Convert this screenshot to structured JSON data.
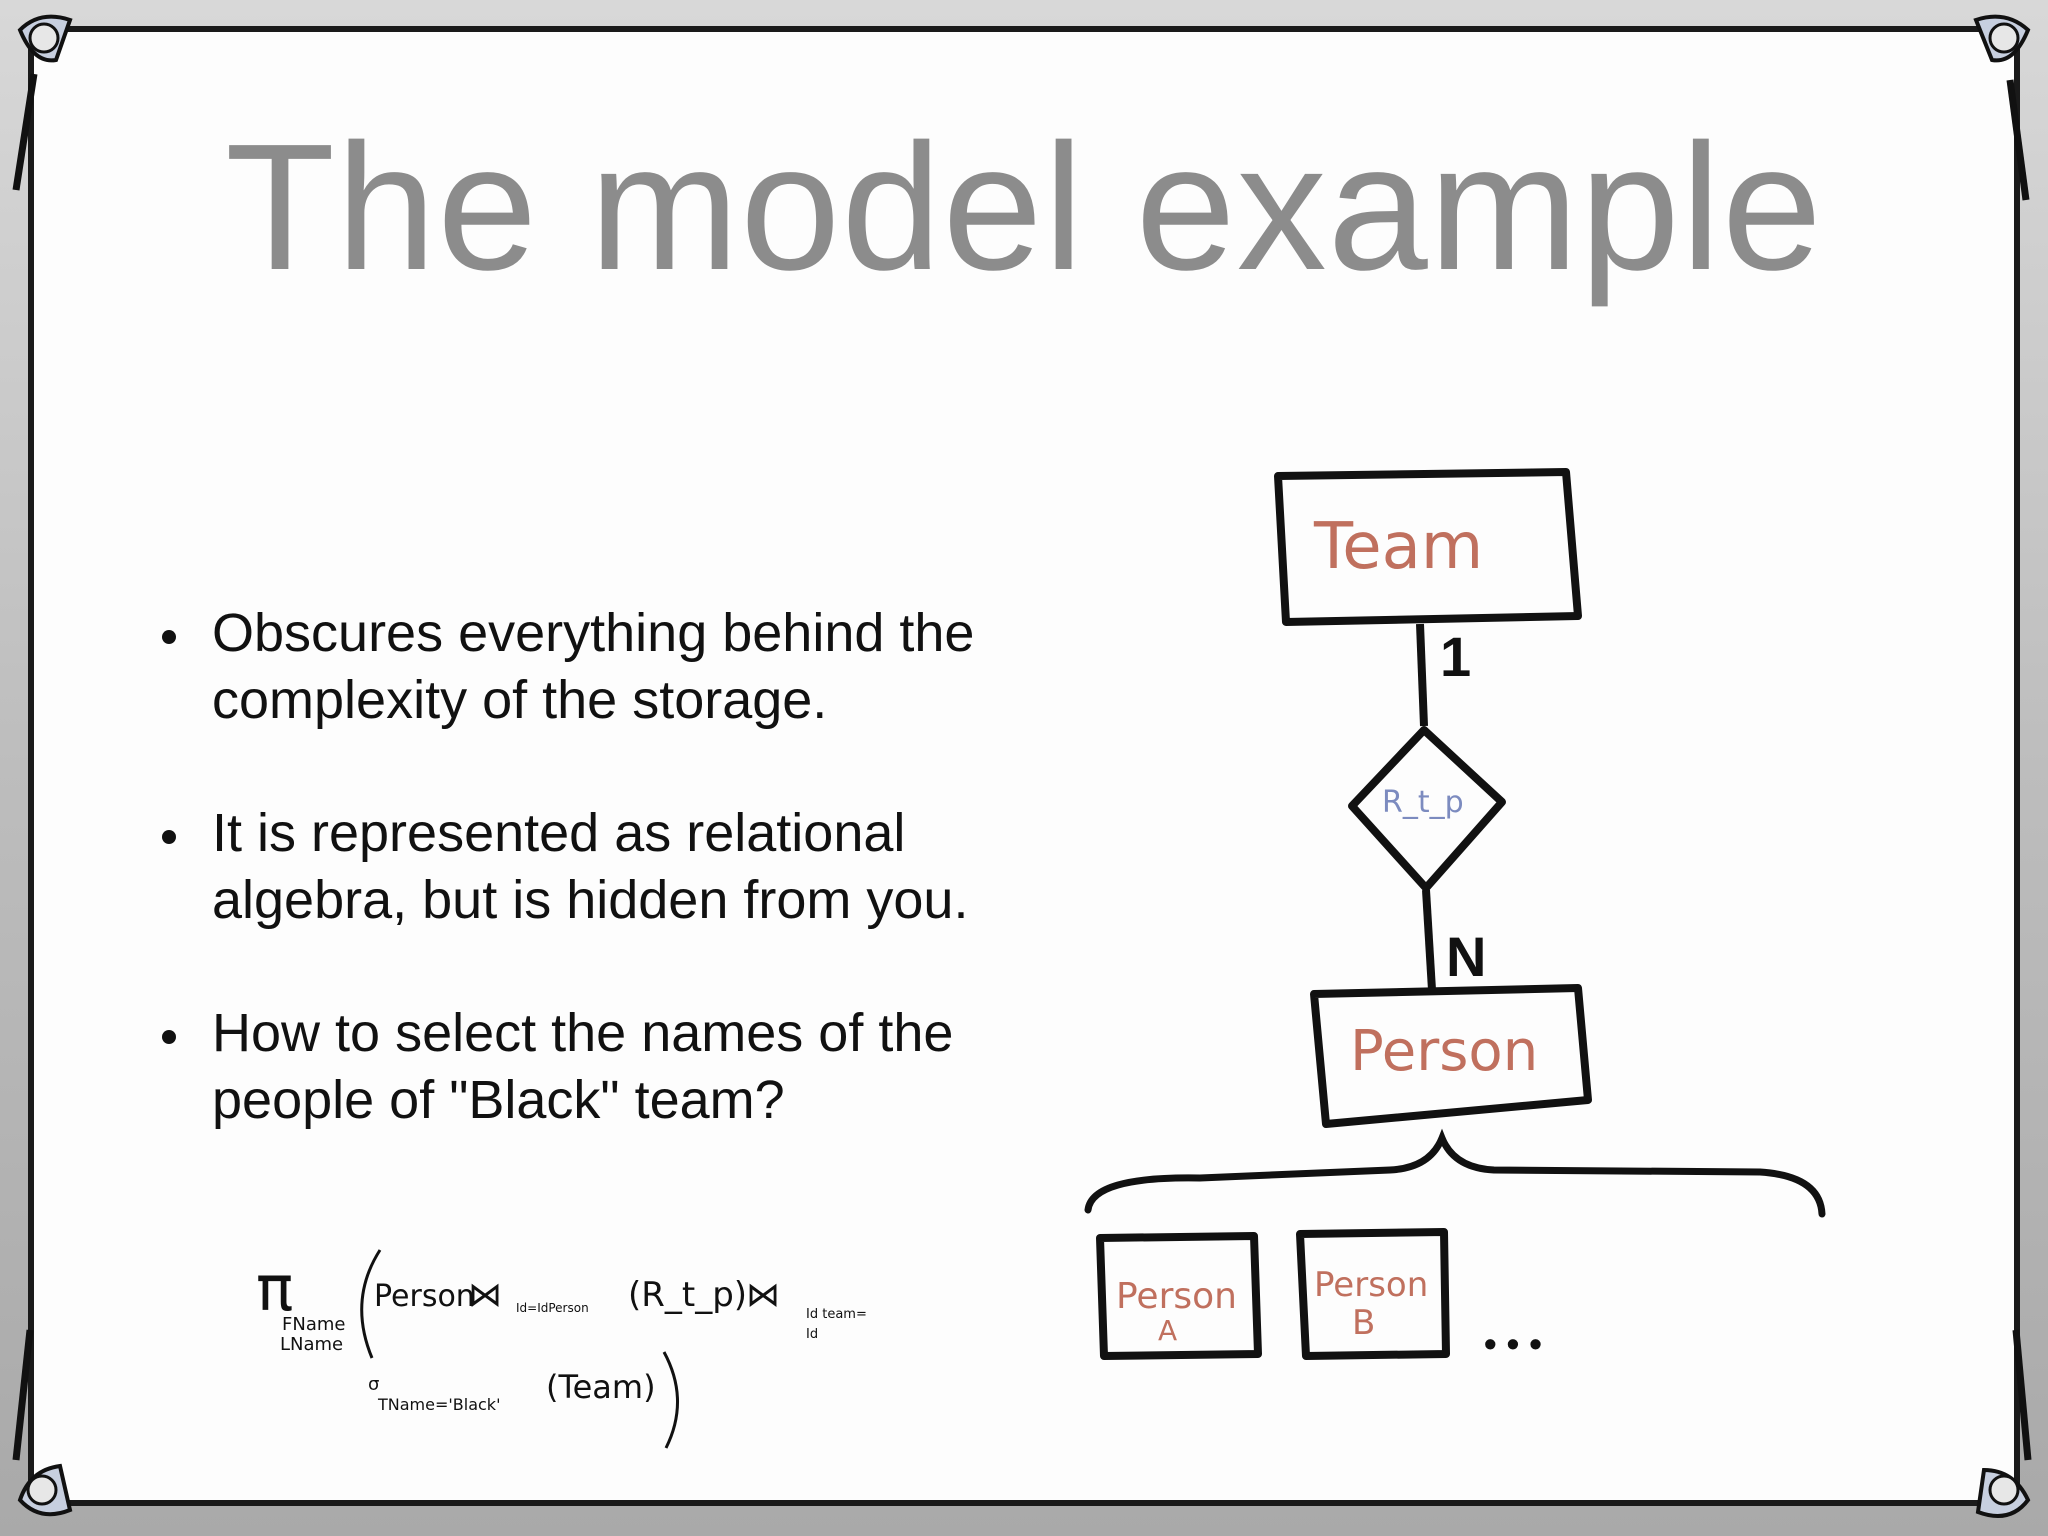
{
  "slide": {
    "title": "The model example",
    "bullets": [
      "Obscures everything behind the complexity of the storage.",
      "It is represented as relational algebra, but is hidden from you.",
      "How to select the names of the people of \"Black\" team?"
    ]
  },
  "diagram": {
    "entity_top": "Team",
    "relationship": "R_t_p",
    "entity_bottom": "Person",
    "cardinality_top": "1",
    "cardinality_bottom": "N",
    "instances": [
      {
        "line1": "Person",
        "line2": "A"
      },
      {
        "line1": "Person",
        "line2": "B"
      }
    ],
    "ellipsis": "• • •"
  },
  "formula": {
    "pi": "π",
    "pi_sub_1": "FName",
    "pi_sub_2": "LName",
    "person": "Person",
    "join": "⋈",
    "join1_sub": "Id=IdPerson",
    "rtp": "(R_t_p)",
    "join2_sub_1": "Id team=",
    "join2_sub_2": "Id",
    "sigma": "σ",
    "sigma_sub": "TName='Black'",
    "team": "(Team)"
  },
  "colors": {
    "title": "#8c8c8c",
    "entity_text": "#c0705e",
    "relation_text": "#7c8bbf",
    "ink": "#111111"
  }
}
